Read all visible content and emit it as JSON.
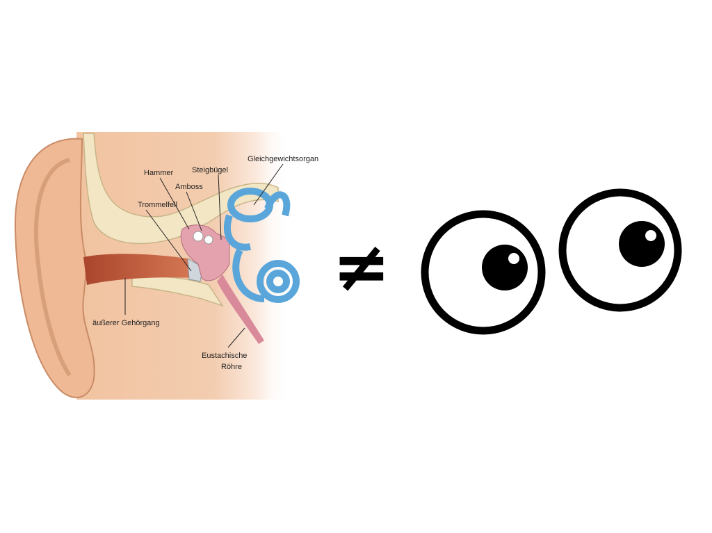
{
  "ear_diagram": {
    "labels": {
      "hammer": "Hammer",
      "amboss": "Amboss",
      "steigbuegel": "Steigbügel",
      "gleichgewichtsorgan": "Gleichgewichtsorgan",
      "trommelfell": "Trommelfell",
      "gehoergang": "äußerer Gehörgang",
      "eustachische_1": "Eustachische",
      "eustachische_2": "Röhre"
    }
  },
  "operator": "≠",
  "colors": {
    "skin": "#f2c7a4",
    "bone": "#f3e6c4",
    "canal": "#c5623f",
    "inner_ear": "#6fb6e3",
    "ossicles": "#d98a9a"
  }
}
